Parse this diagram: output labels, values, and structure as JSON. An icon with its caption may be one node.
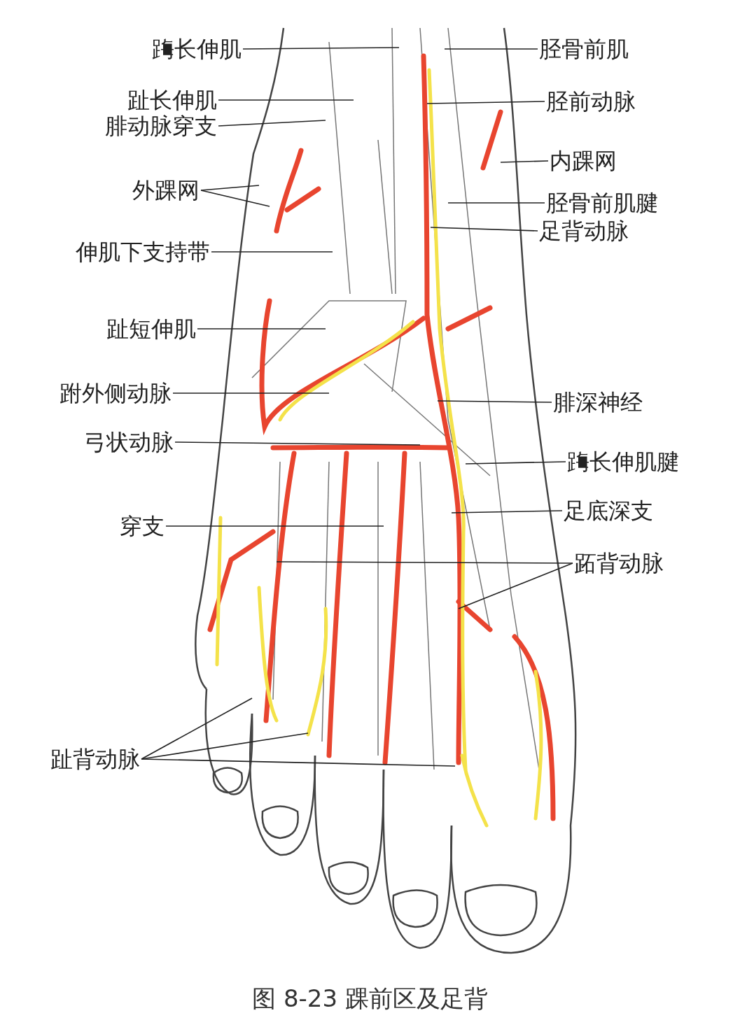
{
  "diagram": {
    "caption": "图 8-23 踝前区及足背",
    "nodes": [
      {
        "text": [
          "踇长伸肌"
        ]
      },
      {
        "text": [
          "趾长伸肌"
        ]
      },
      {
        "text": [
          "腓动脉穿支"
        ]
      },
      {
        "text": [
          "外踝网"
        ]
      },
      {
        "text": [
          "伸肌下支持带"
        ]
      },
      {
        "text": [
          "趾短伸肌"
        ]
      },
      {
        "text": [
          "跗外侧动脉"
        ]
      },
      {
        "text": [
          "弓状动脉"
        ]
      },
      {
        "text": [
          "穿支"
        ]
      },
      {
        "text": [
          "趾背动脉"
        ]
      },
      {
        "text": [
          "胫骨前肌"
        ]
      },
      {
        "text": [
          "胫前动脉"
        ]
      },
      {
        "text": [
          "内踝网"
        ]
      },
      {
        "text": [
          "胫骨前肌腱"
        ]
      },
      {
        "text": [
          "足背动脉"
        ]
      },
      {
        "text": [
          "腓深神经"
        ]
      },
      {
        "text": [
          "踇长伸肌腱"
        ]
      },
      {
        "text": [
          "足底深支"
        ]
      },
      {
        "text": [
          "跖背动脉"
        ]
      }
    ],
    "edges": [
      {
        "from": 0,
        "to": null,
        "arrow": "none"
      },
      {
        "from": 1,
        "to": null,
        "arrow": "none"
      },
      {
        "from": 2,
        "to": null,
        "arrow": "none"
      },
      {
        "from": 3,
        "to": null,
        "arrow": "none"
      },
      {
        "from": 3,
        "to": null,
        "arrow": "none"
      },
      {
        "from": 4,
        "to": null,
        "arrow": "none"
      },
      {
        "from": 5,
        "to": null,
        "arrow": "none"
      },
      {
        "from": 6,
        "to": null,
        "arrow": "none"
      },
      {
        "from": 7,
        "to": null,
        "arrow": "none"
      },
      {
        "from": 8,
        "to": null,
        "arrow": "none"
      },
      {
        "from": 9,
        "to": null,
        "arrow": "none"
      },
      {
        "from": 9,
        "to": null,
        "arrow": "none"
      },
      {
        "from": 9,
        "to": null,
        "arrow": "none"
      },
      {
        "from": 10,
        "to": null,
        "arrow": "none"
      },
      {
        "from": 11,
        "to": null,
        "arrow": "none"
      },
      {
        "from": 12,
        "to": null,
        "arrow": "none"
      },
      {
        "from": 13,
        "to": null,
        "arrow": "none"
      },
      {
        "from": 14,
        "to": null,
        "arrow": "none"
      },
      {
        "from": 15,
        "to": null,
        "arrow": "none"
      },
      {
        "from": 16,
        "to": null,
        "arrow": "none"
      },
      {
        "from": 17,
        "to": null,
        "arrow": "none"
      },
      {
        "from": 18,
        "to": null,
        "arrow": "none"
      },
      {
        "from": 18,
        "to": null,
        "arrow": "none"
      }
    ]
  }
}
